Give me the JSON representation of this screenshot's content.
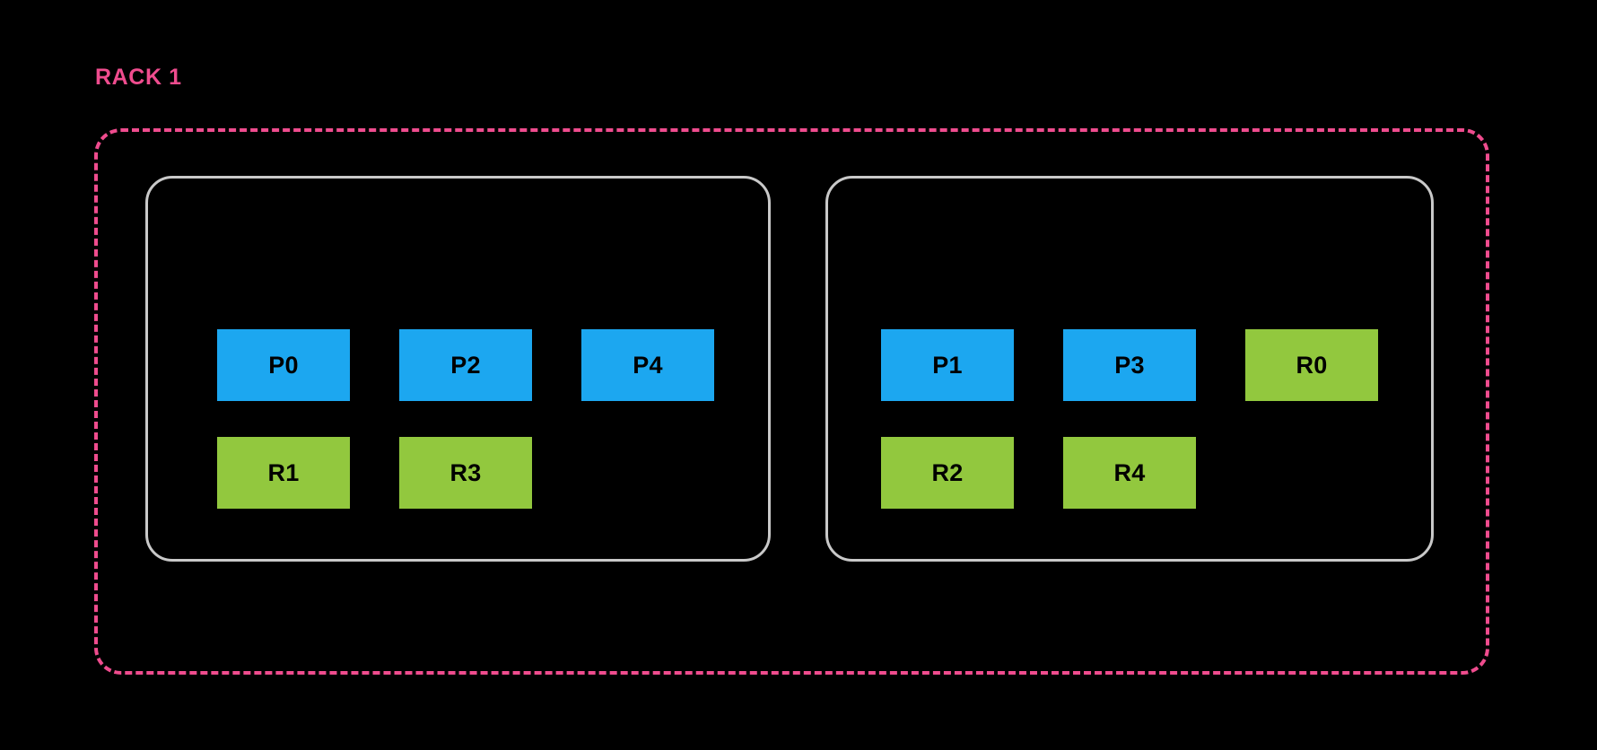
{
  "diagram": {
    "title": "RACK 1",
    "title_color": "#EF4C8E",
    "background_color": "#000000",
    "boundary": {
      "style": "dashed",
      "color": "#EF4C8E"
    },
    "legend_colors": {
      "primary": "#1CA7F0",
      "replica": "#92C83E",
      "node_border": "#C9C9C9"
    },
    "nodes": [
      {
        "name": "node-left",
        "rows": [
          {
            "name": "primaries",
            "cells": [
              {
                "label": "P0",
                "kind": "primary"
              },
              {
                "label": "P2",
                "kind": "primary"
              },
              {
                "label": "P4",
                "kind": "primary"
              }
            ]
          },
          {
            "name": "replicas",
            "cells": [
              {
                "label": "R1",
                "kind": "replica"
              },
              {
                "label": "R3",
                "kind": "replica"
              }
            ]
          }
        ]
      },
      {
        "name": "node-right",
        "rows": [
          {
            "name": "primaries",
            "cells": [
              {
                "label": "P1",
                "kind": "primary"
              },
              {
                "label": "P3",
                "kind": "primary"
              },
              {
                "label": "R0",
                "kind": "replica"
              }
            ]
          },
          {
            "name": "replicas",
            "cells": [
              {
                "label": "R2",
                "kind": "replica"
              },
              {
                "label": "R4",
                "kind": "replica"
              }
            ]
          }
        ]
      }
    ]
  }
}
